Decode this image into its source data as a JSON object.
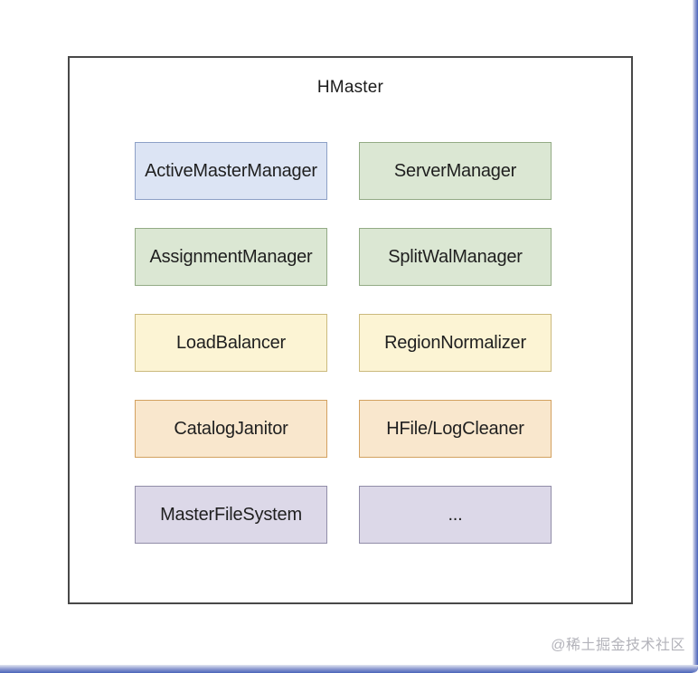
{
  "diagram": {
    "title": "HMaster",
    "modules": [
      {
        "label": "ActiveMasterManager",
        "color": "blue"
      },
      {
        "label": "ServerManager",
        "color": "green"
      },
      {
        "label": "AssignmentManager",
        "color": "green"
      },
      {
        "label": "SplitWalManager",
        "color": "green"
      },
      {
        "label": "LoadBalancer",
        "color": "yellow"
      },
      {
        "label": "RegionNormalizer",
        "color": "yellow"
      },
      {
        "label": "CatalogJanitor",
        "color": "orange"
      },
      {
        "label": "HFile/LogCleaner",
        "color": "orange"
      },
      {
        "label": "MasterFileSystem",
        "color": "purple"
      },
      {
        "label": "...",
        "color": "purple"
      }
    ],
    "palette": {
      "blue": {
        "bg": "#dce4f4",
        "border": "#8da0c6"
      },
      "green": {
        "bg": "#dbe7d3",
        "border": "#93ab85"
      },
      "yellow": {
        "bg": "#fcf4d4",
        "border": "#cbba7d"
      },
      "orange": {
        "bg": "#f9e7cd",
        "border": "#d3a160"
      },
      "purple": {
        "bg": "#dcd8e8",
        "border": "#918da8"
      }
    },
    "frame_border_color": "#484848"
  },
  "edge_accent_color": "#4a64ba",
  "watermark": "@稀土掘金技术社区"
}
